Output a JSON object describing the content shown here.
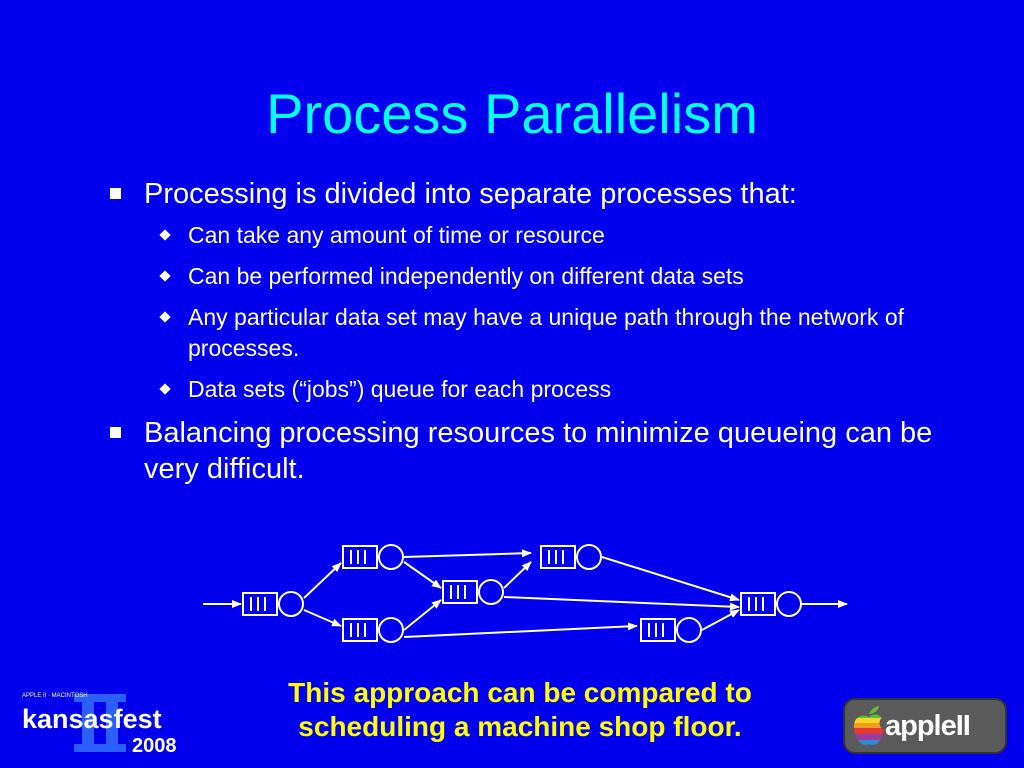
{
  "slide": {
    "title": "Process Parallelism",
    "bullets": [
      {
        "text": "Processing is divided into separate processes that:",
        "sub": [
          "Can take any amount of time or resource",
          "Can be performed independently on different data sets",
          "Any particular data set may have a unique path through the network of processes.",
          "Data sets (“jobs”) queue for each process"
        ]
      },
      {
        "text": "Balancing processing resources to minimize queueing can be very difficult."
      }
    ],
    "bottom_text_line1": "This approach can be compared to",
    "bottom_text_line2": "scheduling a machine shop floor."
  },
  "logos": {
    "left_main": "kansasfest",
    "left_year": "2008",
    "left_small": "APPLE II · MACINTOSH",
    "right_word": "apple",
    "right_numeral": "II"
  },
  "colors": {
    "background": "#0000ee",
    "title": "#00ffff",
    "text": "#ffffff",
    "highlight": "#ffff00"
  }
}
